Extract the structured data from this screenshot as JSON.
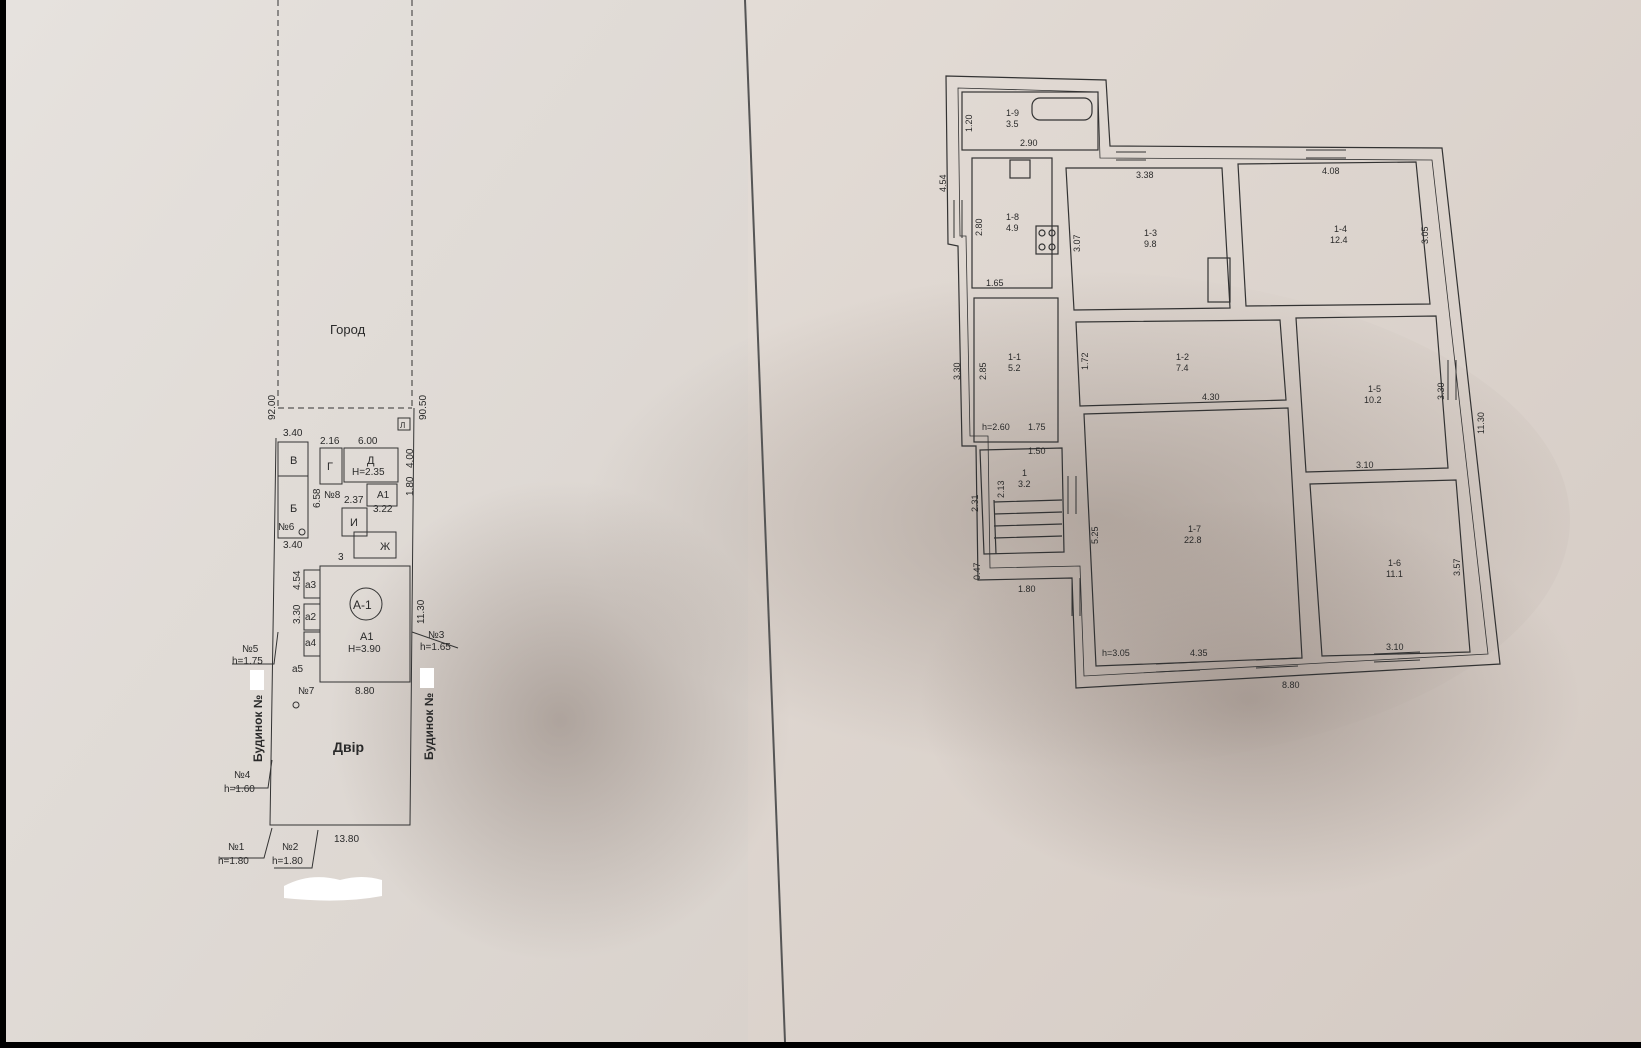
{
  "site_plan": {
    "garden_label": "Город",
    "yard_label": "Двір",
    "neighbor_left": "Будинок №",
    "neighbor_right": "Будинок №",
    "main_house_badge": "А-1",
    "main_house_name": "А1",
    "main_house_height": "Н=3.90",
    "outbuildings": {
      "v": "В",
      "g": "Г",
      "d": "Д",
      "d_height": "Н=2.35",
      "a1": "А1",
      "b": "Б",
      "i": "И",
      "zh": "Ж",
      "a3": "а3",
      "a2": "а2",
      "a4": "а4",
      "a5": "а5",
      "three": "3",
      "l_mark": "Л"
    },
    "dims": {
      "top_w": "3.40",
      "d_left": "2.16",
      "d_w": "6.00",
      "d_h": "4.00",
      "left_len": "92.00",
      "right_len": "90.50",
      "b_h": "6.58",
      "i_w": "2.37",
      "a1_w": "3.22",
      "right_small": "1.80",
      "mid_w": "3.40",
      "a_h1": "4.54",
      "a_h2": "3.30",
      "house_side": "11.30",
      "house_w": "8.80",
      "bottom_w": "13.80"
    },
    "markers": {
      "n5": "№5",
      "h5": "h=1.75",
      "n3": "№3",
      "h3": "h=1.65",
      "n6": "№6",
      "n8": "№8",
      "n7": "№7",
      "n4": "№4",
      "h4": "h=1.60",
      "n1": "№1",
      "h1": "h=1.80",
      "n2": "№2",
      "h2": "h=1.80"
    }
  },
  "floor_plan": {
    "rooms": [
      {
        "id": "1-9",
        "area": "3.5"
      },
      {
        "id": "1-8",
        "area": "4.9"
      },
      {
        "id": "1-3",
        "area": "9.8"
      },
      {
        "id": "1-4",
        "area": "12.4"
      },
      {
        "id": "1-1",
        "area": "5.2"
      },
      {
        "id": "1-2",
        "area": "7.4"
      },
      {
        "id": "1-5",
        "area": "10.2"
      },
      {
        "id": "1",
        "area": "3.2"
      },
      {
        "id": "1-7",
        "area": "22.8"
      },
      {
        "id": "1-6",
        "area": "11.1"
      }
    ],
    "dims": {
      "d120": "1.20",
      "d290": "2.90",
      "d454": "4.54",
      "d338": "3.38",
      "d408": "4.08",
      "d280": "2.80",
      "d307": "3.07",
      "d305": "3.05",
      "d165": "1.65",
      "d330": "3.30",
      "d285": "2.85",
      "d172": "1.72",
      "d430": "4.30",
      "d330r": "3.30",
      "d1130": "11.30",
      "h260": "h=2.60",
      "d175": "1.75",
      "d150": "1.50",
      "d310a": "3.10",
      "d213": "2.13",
      "d231": "2.31",
      "d525": "5.25",
      "d357": "3.57",
      "d047": "0.47",
      "d180": "1.80",
      "h305": "h=3.05",
      "d435": "4.35",
      "d310b": "3.10",
      "d880": "8.80"
    }
  }
}
